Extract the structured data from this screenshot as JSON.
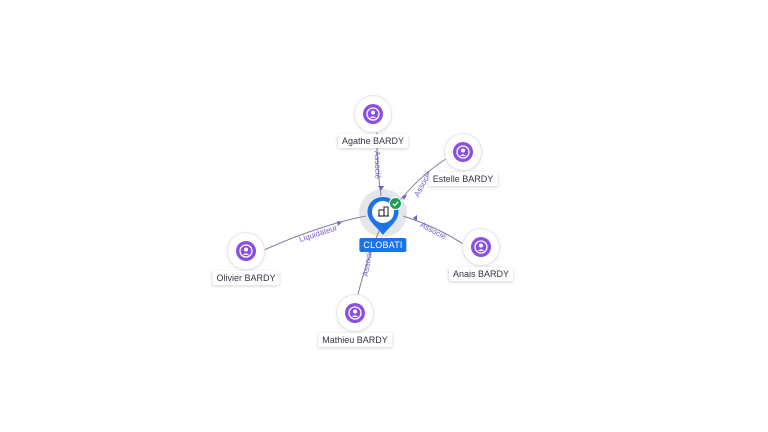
{
  "company": {
    "name": "CLOBATI",
    "icon": "building-icon",
    "status_icon": "check-icon",
    "status_color": "#1f9d55",
    "pin_color": "#1a73e8"
  },
  "people": [
    {
      "name": "Agathe BARDY",
      "role": "Associé",
      "icon": "person-icon"
    },
    {
      "name": "Estelle BARDY",
      "role": "Associé",
      "icon": "person-icon"
    },
    {
      "name": "Anais BARDY",
      "role": "Associé",
      "icon": "person-icon"
    },
    {
      "name": "Mathieu BARDY",
      "role": "Associé",
      "icon": "person-icon"
    },
    {
      "name": "Olivier BARDY",
      "role": "Liquidateur",
      "icon": "person-icon"
    }
  ],
  "colors": {
    "person": "#8a4fe3",
    "edge_label": "#7b5cc8"
  }
}
